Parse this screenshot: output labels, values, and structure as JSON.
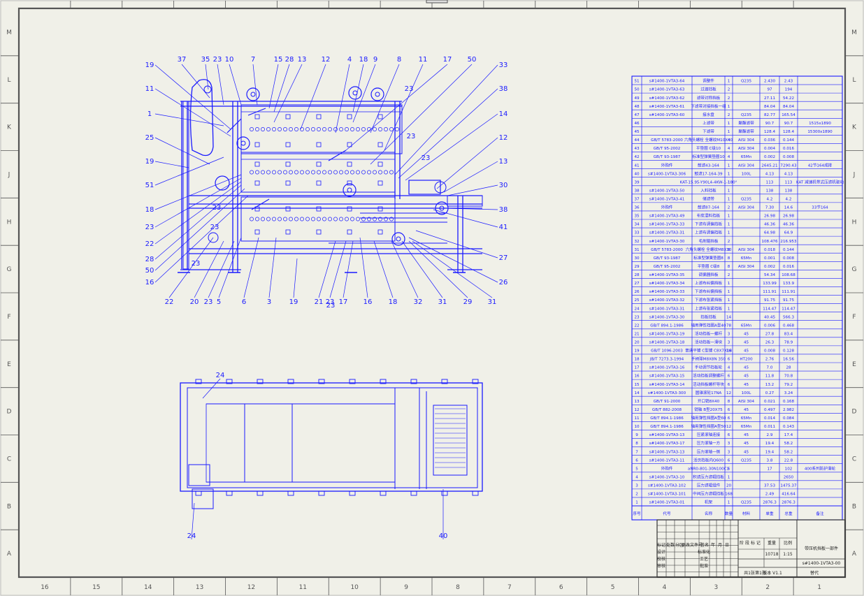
{
  "drawing": {
    "zone_columns": [
      "16",
      "15",
      "14",
      "13",
      "12",
      "11",
      "10",
      "9",
      "8",
      "7",
      "6",
      "5",
      "4",
      "3",
      "2",
      "1"
    ],
    "zone_rows": [
      "M",
      "L",
      "K",
      "J",
      "H",
      "G",
      "F",
      "E",
      "D",
      "C",
      "B",
      "A"
    ],
    "front_view_balloons": {
      "top": [
        "37",
        "35",
        "23",
        "10",
        "7",
        "15",
        "28",
        "13",
        "12",
        "4",
        "18",
        "9",
        "8",
        "11",
        "17",
        "50"
      ],
      "left": [
        "19",
        "11",
        "1",
        "25",
        "19",
        "51",
        "18",
        "23",
        "22",
        "28",
        "50",
        "16"
      ],
      "right": [
        "33",
        "38",
        "14",
        "12",
        "13",
        "30",
        "38",
        "41",
        "27",
        "26"
      ],
      "bottom": [
        "22",
        "20",
        "23",
        "5",
        "6",
        "3",
        "19",
        "21",
        "23",
        "17",
        "16",
        "18",
        "32",
        "31",
        "29",
        "31"
      ],
      "inner": [
        "23",
        "23",
        "23",
        "23",
        "23",
        "23",
        "23"
      ]
    },
    "top_view_balloons": [
      "24",
      "24",
      "40"
    ]
  },
  "bom": {
    "headers": [
      "序号",
      "代号",
      "名称",
      "数量",
      "材料",
      "单重",
      "总重",
      "备注"
    ],
    "rows": [
      [
        "51",
        "s#1400-1VTA3-64",
        "调整件",
        "1",
        "Q235",
        "2.430",
        "2.43",
        ""
      ],
      [
        "50",
        "s#1400-1VTA3-63",
        "过渡挡板",
        "2",
        "",
        "97",
        "194",
        ""
      ],
      [
        "49",
        "s#1400-1VTA3-62",
        "滤带对称挡板",
        "2",
        "",
        "27.11",
        "54.22",
        ""
      ],
      [
        "48",
        "s#1400-1VTA3-61",
        "下滤带对接挡板一组",
        "1",
        "",
        "84.04",
        "84.04",
        ""
      ],
      [
        "47",
        "s#1400-1VTA3-60",
        "接水盘",
        "2",
        "Q235",
        "82.77",
        "165.54",
        ""
      ],
      [
        "46",
        "",
        "上滤带",
        "1",
        "聚酯滤带",
        "90.7",
        "90.7",
        "1515x1890"
      ],
      [
        "45",
        "",
        "下滤带",
        "1",
        "聚酯滤带",
        "128.4",
        "128.4",
        "15300x1890"
      ],
      [
        "44",
        "GB/T 5783-2000",
        "六角头螺栓 全螺纹M10X40",
        "4",
        "AISI 304",
        "0.036",
        "0.144",
        ""
      ],
      [
        "43",
        "GB/T 95-2002",
        "平垫圈 C级10",
        "4",
        "AISI 304",
        "0.004",
        "0.016",
        ""
      ],
      [
        "42",
        "GB/T 93-1987",
        "标准型弹簧垫圈10",
        "4",
        "65Mn",
        "0.002",
        "0.008",
        ""
      ],
      [
        "41",
        "外购件",
        "鼓滤43-164",
        "1",
        "AISI 304",
        "2645.21",
        "7290.43",
        "42节164成排"
      ],
      [
        "40",
        "s#1400-1VTA3-306",
        "鼓滤17-164-39",
        "1",
        "100L",
        "4.13",
        "4.13",
        ""
      ],
      [
        "39",
        "",
        "KAT-15.95-Y90L4-4KW-1-180°",
        "1",
        "",
        "113",
        "113",
        "KAT 减速机带式压滤机驱动"
      ],
      [
        "38",
        "s#1400-1VTA3-50",
        "入料挡板",
        "1",
        "",
        "138",
        "138",
        ""
      ],
      [
        "37",
        "s#1400-1VTA3-41",
        "储滤带",
        "1",
        "Q235",
        "4.2",
        "4.2",
        ""
      ],
      [
        "36",
        "外购件",
        "鼓滤87-164",
        "2",
        "AISI 304",
        "7.30",
        "14.6",
        "33节164"
      ],
      [
        "35",
        "s#1400-1VTA3-49",
        "布浆湿料挡板",
        "1",
        "",
        "26.98",
        "26.98",
        ""
      ],
      [
        "34",
        "s#1400-1VTA3-33",
        "下滤布调偏挡板",
        "1",
        "",
        "46.36",
        "46.36",
        ""
      ],
      [
        "33",
        "s#1400-1VTA3-31",
        "上滤布调偏挡板",
        "1",
        "",
        "64.98",
        "64.9",
        ""
      ],
      [
        "32",
        "s#1400-1VTA3-30",
        "毛刷辊挡板",
        "2",
        "",
        "108.476",
        "216.953",
        ""
      ],
      [
        "31",
        "GB/T 5783-2000",
        "六角头螺栓 全螺纹M8X30",
        "8",
        "AISI 304",
        "0.018",
        "0.144",
        ""
      ],
      [
        "30",
        "GB/T 93-1987",
        "标准型弹簧垫圈8",
        "8",
        "65Mn",
        "0.001",
        "0.008",
        ""
      ],
      [
        "29",
        "GB/T 95-2002",
        "平垫圈 C级8",
        "8",
        "AISI 304",
        "0.002",
        "0.016",
        ""
      ],
      [
        "28",
        "s#1400-1VTA3-35",
        "调偏器挡板",
        "2",
        "",
        "54.34",
        "108.68",
        ""
      ],
      [
        "27",
        "s#1400-1VTA3-34",
        "上滤布纠偏挡板",
        "1",
        "",
        "133.99",
        "133.9",
        ""
      ],
      [
        "26",
        "s#1400-1VTA3-33",
        "下滤布纠偏挡板",
        "1",
        "",
        "111.91",
        "111.91",
        ""
      ],
      [
        "25",
        "s#1400-1VTA3-32",
        "下滤布张紧挡板",
        "1",
        "",
        "91.75",
        "91.75",
        ""
      ],
      [
        "24",
        "s#1400-1VTA3-31",
        "上滤布张紧挡板",
        "1",
        "",
        "114.47",
        "114.47",
        ""
      ],
      [
        "23",
        "s#1400-1VTA3-30",
        "挡板挡板",
        "14",
        "",
        "40.45",
        "566.3",
        ""
      ],
      [
        "22",
        "GB/T 894.1-1986",
        "轴用弹性挡圈A型40",
        "78",
        "65Mn",
        "0.006",
        "0.468",
        ""
      ],
      [
        "21",
        "s#1400-1VTA3-19",
        "活动挡板一螺杆",
        "3",
        "45",
        "27.8",
        "83.4",
        ""
      ],
      [
        "20",
        "s#1400-1VTA3-18",
        "活动挡板一滑块",
        "3",
        "45",
        "26.3",
        "78.9",
        ""
      ],
      [
        "19",
        "GB/T 1096-2003",
        "普通平键 C型键 C8X7X18",
        "16",
        "45",
        "0.008",
        "0.128",
        ""
      ],
      [
        "18",
        "JB/T 7273.3-1994",
        "手柄球M8X8N 350",
        "6",
        "HT200",
        "2.76",
        "16.56",
        ""
      ],
      [
        "17",
        "s#1400-1VTA3-16",
        "手动调节挡板轮",
        "4",
        "45",
        "7.0",
        "28",
        ""
      ],
      [
        "16",
        "s#1400-1VTA3-15",
        "活动挡板调整螺杆",
        "6",
        "45",
        "11.8",
        "70.8",
        ""
      ],
      [
        "15",
        "s#1400-1VTA3-14",
        "活动挡板螺杆导块",
        "6",
        "45",
        "13.2",
        "79.2",
        ""
      ],
      [
        "14",
        "s#1400-1VTA3-300",
        "圆锥滚轮17NA",
        "12",
        "100L",
        "0.27",
        "3.24",
        ""
      ],
      [
        "13",
        "GB/T 91-2000",
        "开口销8X40",
        "8",
        "AISI 304",
        "0.021",
        "0.168",
        ""
      ],
      [
        "12",
        "GB/T 882-2008",
        "销轴 B型20X75",
        "6",
        "45",
        "0.497",
        "2.982",
        ""
      ],
      [
        "11",
        "GB/T 894.1-1986",
        "轴用弹性挡圈A型60",
        "6",
        "65Mn",
        "0.014",
        "0.084",
        ""
      ],
      [
        "10",
        "GB/T 894.1-1986",
        "轴用弹性挡圈A型50",
        "12",
        "65Mn",
        "0.011",
        "0.143",
        ""
      ],
      [
        "9",
        "s#1400-1VTA3-13",
        "压紧滚轴连接",
        "6",
        "45",
        "2.9",
        "17.4",
        ""
      ],
      [
        "8",
        "s#1400-1VTA3-17",
        "压力滚轴一方",
        "3",
        "45",
        "19.4",
        "58.2",
        ""
      ],
      [
        "7",
        "s#1400-1VTA3-13",
        "压力滚轴一侧",
        "3",
        "45",
        "19.4",
        "58.2",
        ""
      ],
      [
        "6",
        "s#1400-1VTA3-11",
        "活页挡板内Q600",
        "6",
        "Q235",
        "3.8",
        "22.8",
        ""
      ],
      [
        "5",
        "外购件",
        "aNR0-801-30N100C1",
        "6",
        "",
        "17",
        "102",
        "400系列防护滑轮"
      ],
      [
        "4",
        "s#1400-1VTA3-10",
        "积滤压力滤辊挡板",
        "1",
        "",
        "",
        "2650",
        ""
      ],
      [
        "3",
        "s#1400-1VTA3-102",
        "压力滤辊组件",
        "20",
        "",
        "37.53",
        "1475.37",
        ""
      ],
      [
        "2",
        "s#1400-1VTA3-101",
        "中间压力滤辊挡板",
        "168",
        "",
        "2.49",
        "416.64",
        ""
      ],
      [
        "1",
        "s#1400-1VTA3-01",
        "机架",
        "1",
        "Q235",
        "2876.3",
        "2876.3",
        ""
      ]
    ]
  },
  "title_block": {
    "revision_labels": [
      "标记",
      "处数",
      "分区",
      "更改文件号",
      "签名",
      "年",
      "月",
      "日"
    ],
    "role_labels": [
      "设计",
      "校核",
      "审核",
      "工艺",
      "批准"
    ],
    "standardization": "标准化",
    "stage_header": "阶 段 标 记",
    "weight_header": "重量",
    "scale_header": "比例",
    "weight": "10718",
    "scale": "1:15",
    "drawing_title": "带压机挡板一部件",
    "drawing_number": "s#1400-1VTA3-00",
    "sheet_total": "共1张",
    "sheet_info": "第1张",
    "version": "版本 V1.1",
    "replaces": "替代"
  },
  "colors": {
    "line": "#1a1aff",
    "paper": "#f0f0e8",
    "frame": "#555555"
  }
}
